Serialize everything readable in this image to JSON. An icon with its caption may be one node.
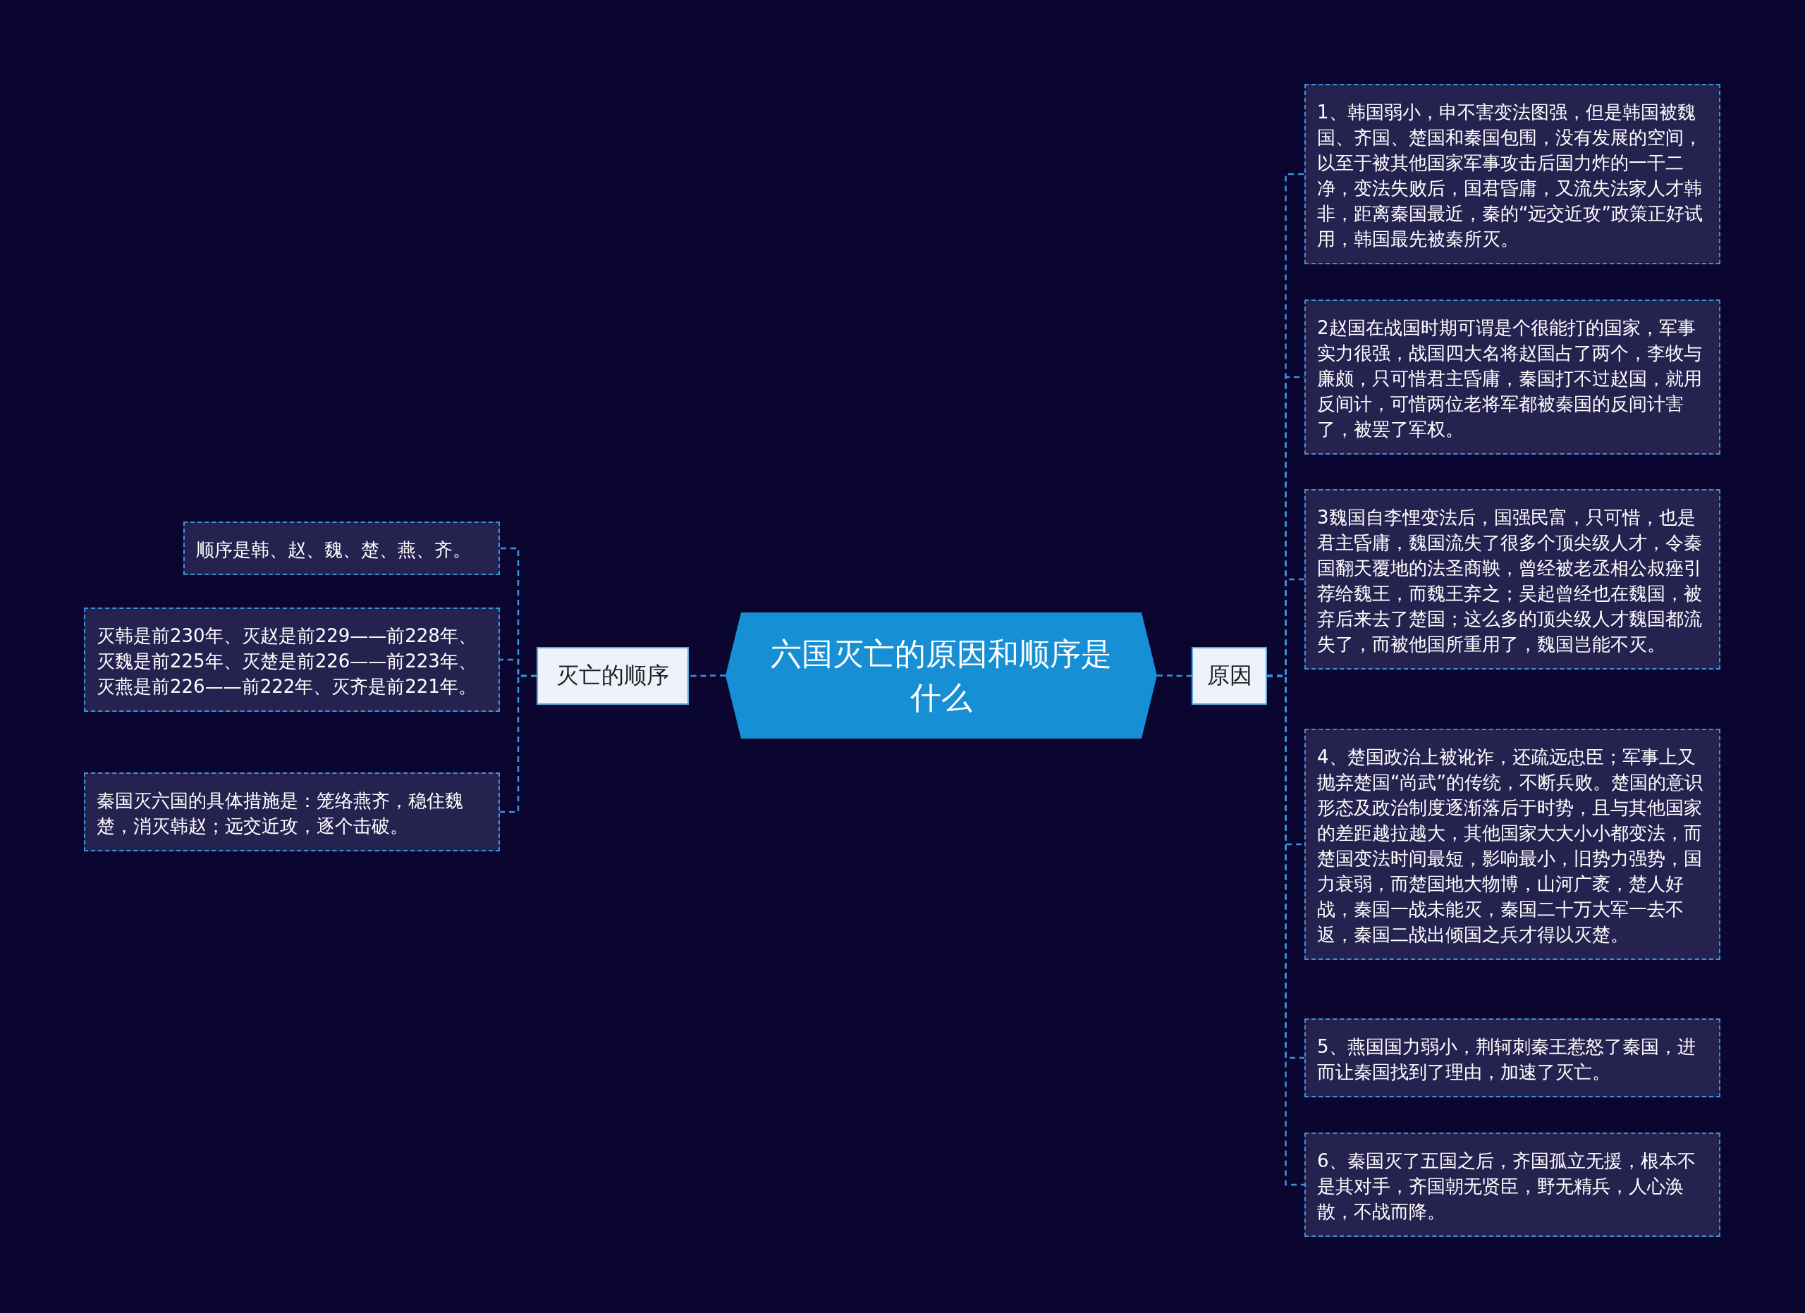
{
  "diagram": {
    "nodes": [
      {
        "text": [
          "六国灭亡的原因和顺序是什么"
        ]
      },
      {
        "text": [
          "原因"
        ]
      },
      {
        "text": [
          "1、韩国弱小，申不害变法图强，但是韩国被魏国、齐国、楚国和秦国包围，没有发展的空间，以至于被其他国家军事攻击后国力炸的一干二净，变法失败后，国君昏庸，又流失法家人才韩非，距离秦国最近，秦的“远交近攻”政策正好试用，韩国最先被秦所灭。"
        ]
      },
      {
        "text": [
          "2赵国在战国时期可谓是个很能打的国家，军事实力很强，战国四大名将赵国占了两个，李牧与廉颇，只可惜君主昏庸，秦国打不过赵国，就用反间计，可惜两位老将军都被秦国的反间计害了，被罢了军权。"
        ]
      },
      {
        "text": [
          "3魏国自李悝变法后，国强民富，只可惜，也是君主昏庸，魏国流失了很多个顶尖级人才，令秦国翻天覆地的法圣商鞅，曾经被老丞相公叔痤引荐给魏王，而魏王弃之；吴起曾经也在魏国，被弃后来去了楚国；这么多的顶尖级人才魏国都流失了，而被他国所重用了，魏国岂能不灭。"
        ]
      },
      {
        "text": [
          "4、楚国政治上被讹诈，还疏远忠臣；军事上又抛弃楚国“尚武”的传统，不断兵败。楚国的意识形态及政治制度逐渐落后于时势，且与其他国家的差距越拉越大，其他国家大大小小都变法，而楚国变法时间最短，影响最小，旧势力强势，国力衰弱，而楚国地大物博，山河广袤，楚人好战，秦国一战未能灭，秦国二十万大军一去不返，秦国二战出倾国之兵才得以灭楚。"
        ]
      },
      {
        "text": [
          "5、燕国国力弱小，荆轲刺秦王惹怒了秦国，进而让秦国找到了理由，加速了灭亡。"
        ]
      },
      {
        "text": [
          "6、秦国灭了五国之后，齐国孤立无援，根本不是其对手，齐国朝无贤臣，野无精兵，人心涣散，不战而降。"
        ]
      },
      {
        "text": [
          "灭亡的顺序"
        ]
      },
      {
        "text": [
          "顺序是韩、赵、魏、楚、燕、齐。"
        ]
      },
      {
        "text": [
          "灭韩是前230年、灭赵是前229——前228年、灭魏是前225年、灭楚是前226——前223年、灭燕是前226——前222年、灭齐是前221年。"
        ]
      },
      {
        "text": [
          "秦国灭六国的具体措施是：笼络燕齐，稳住魏楚，消灭韩赵；远交近攻，逐个击破。"
        ]
      }
    ],
    "edges": [
      {
        "from": 0,
        "to": 1,
        "arrow": "none"
      },
      {
        "from": 1,
        "to": 2,
        "arrow": "none"
      },
      {
        "from": 1,
        "to": 3,
        "arrow": "none"
      },
      {
        "from": 1,
        "to": 4,
        "arrow": "none"
      },
      {
        "from": 1,
        "to": 5,
        "arrow": "none"
      },
      {
        "from": 1,
        "to": 6,
        "arrow": "none"
      },
      {
        "from": 1,
        "to": 7,
        "arrow": "none"
      },
      {
        "from": 0,
        "to": 8,
        "arrow": "none"
      },
      {
        "from": 8,
        "to": 9,
        "arrow": "none"
      },
      {
        "from": 8,
        "to": 10,
        "arrow": "none"
      },
      {
        "from": 8,
        "to": 11,
        "arrow": "none"
      }
    ]
  }
}
